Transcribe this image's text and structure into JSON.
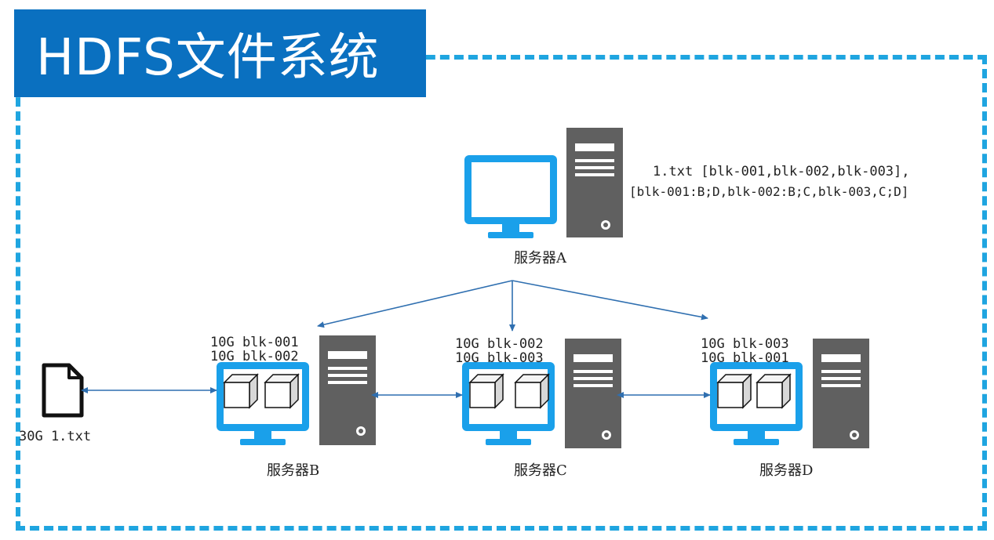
{
  "title": "HDFS文件系统",
  "colors": {
    "title_bg": "#0a70c0",
    "frame": "#1fa5e0",
    "monitor": "#1aa0ea",
    "tower": "#606060",
    "arrow": "#2f6fb0"
  },
  "file": {
    "icon": "file-icon",
    "label": "30G 1.txt"
  },
  "server_a": {
    "name": "服务器A",
    "metadata_line1": "1.txt [blk-001,blk-002,blk-003],",
    "metadata_line2": "[blk-001:B;D,blk-002:B;C,blk-003,C;D]"
  },
  "server_b": {
    "name": "服务器B",
    "block1": "10G blk-001",
    "block2": "10G blk-002"
  },
  "server_c": {
    "name": "服务器C",
    "block1": "10G blk-002",
    "block2": "10G blk-003"
  },
  "server_d": {
    "name": "服务器D",
    "block1": "10G blk-003",
    "block2": "10G blk-001"
  }
}
